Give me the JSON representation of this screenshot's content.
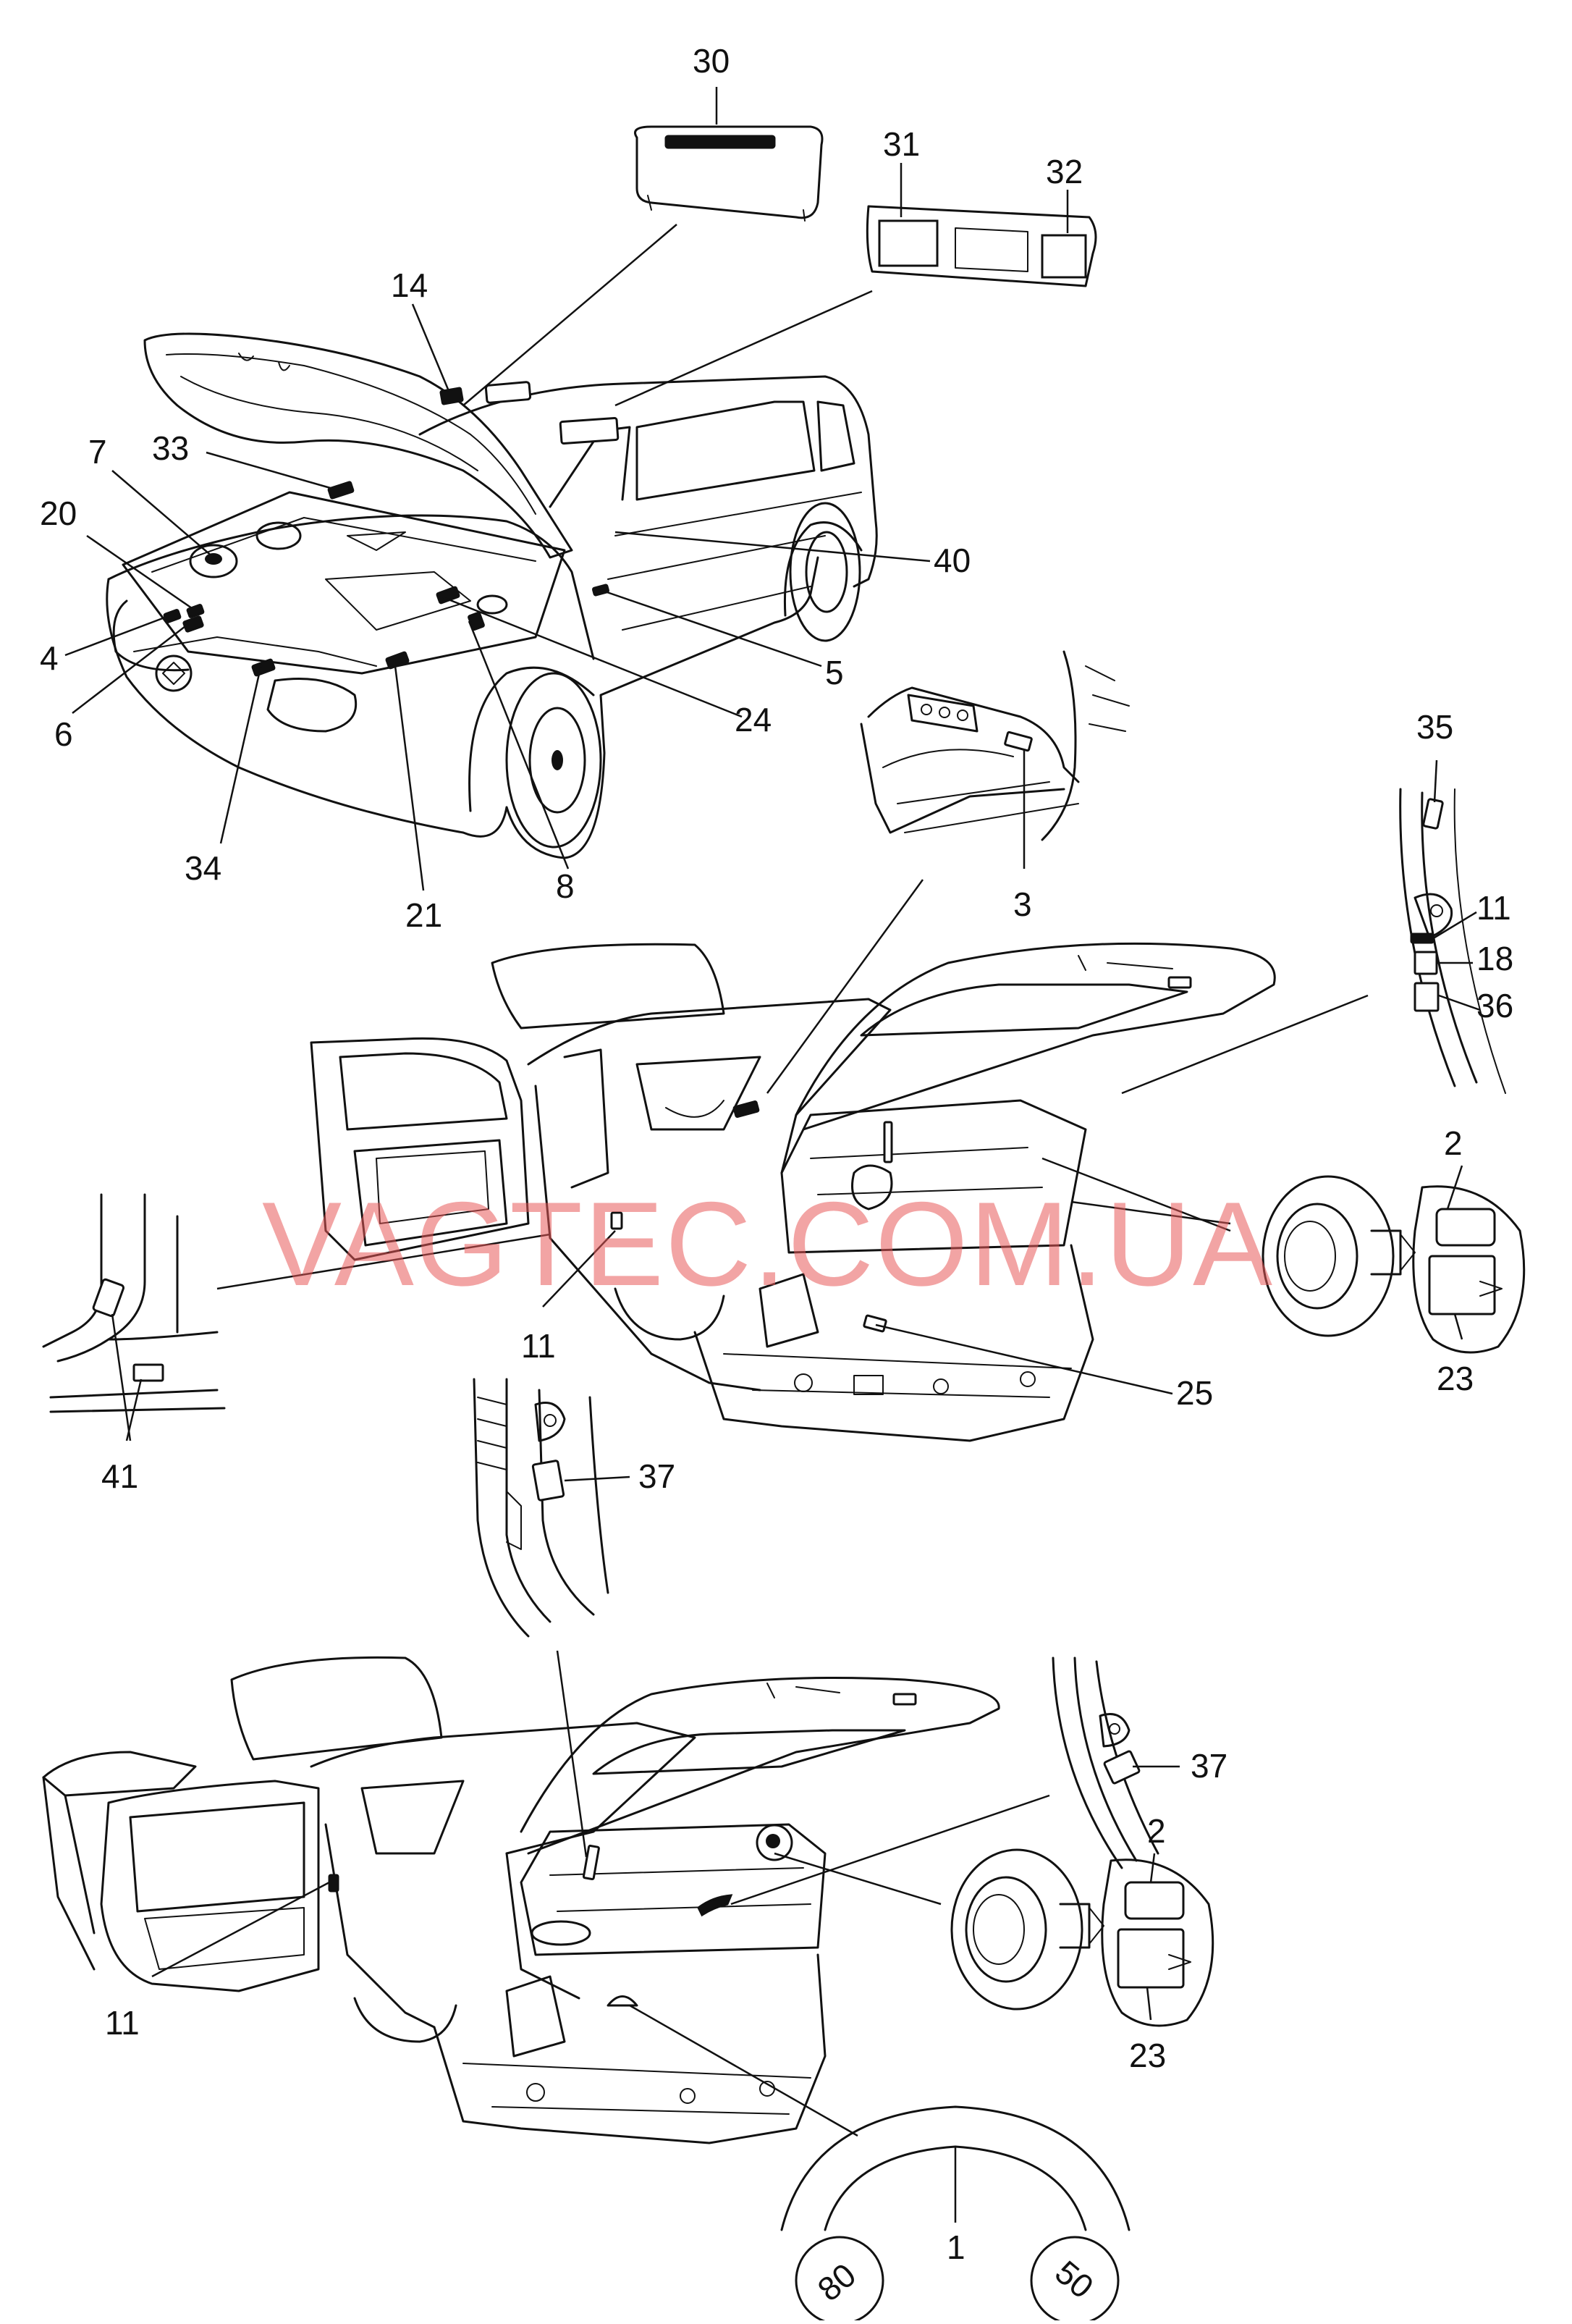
{
  "watermark": "VAGTEC.COM.UA",
  "callouts": {
    "c30": "30",
    "c31": "31",
    "c32": "32",
    "c14": "14",
    "c33": "33",
    "c7": "7",
    "c20": "20",
    "c40": "40",
    "c4": "4",
    "c6": "6",
    "c5": "5",
    "c24": "24",
    "c34": "34",
    "c8": "8",
    "c21": "21",
    "c3": "3",
    "c35": "35",
    "c11a": "11",
    "c18": "18",
    "c36": "36",
    "c2a": "2",
    "c23a": "23",
    "c11b": "11",
    "c25": "25",
    "c41": "41",
    "c37a": "37",
    "c37b": "37",
    "c2b": "2",
    "c11c": "11",
    "c23b": "23",
    "c1": "1"
  },
  "gauge": {
    "left_value": "80",
    "right_value": "50"
  }
}
